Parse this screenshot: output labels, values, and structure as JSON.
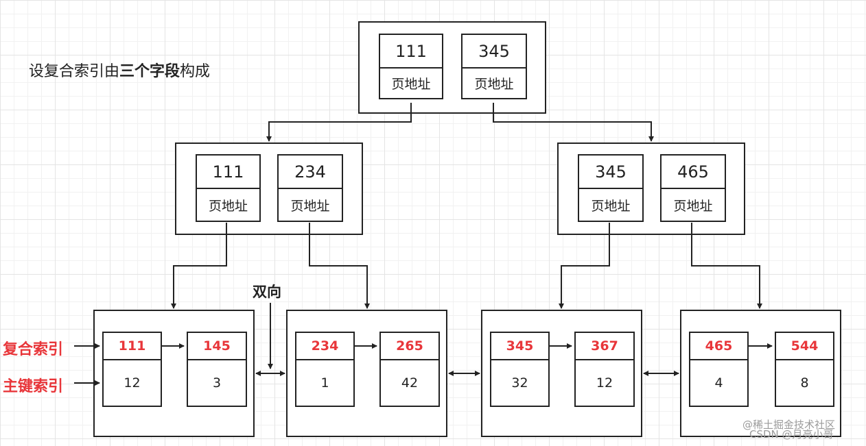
{
  "title": {
    "prefix": "设复合索引由",
    "bold": "三个字段",
    "suffix": "构成"
  },
  "labels": {
    "composite_index": "复合索引",
    "primary_index": "主键索引",
    "bidirectional": "双向"
  },
  "root": {
    "keys": [
      "111",
      "345"
    ],
    "page_label": "页地址"
  },
  "level2": [
    {
      "keys": [
        "111",
        "234"
      ],
      "page_label": "页地址"
    },
    {
      "keys": [
        "345",
        "465"
      ],
      "page_label": "页地址"
    }
  ],
  "leaves": [
    {
      "entries": [
        {
          "key": "111",
          "pk": "12"
        },
        {
          "key": "145",
          "pk": "3"
        }
      ]
    },
    {
      "entries": [
        {
          "key": "234",
          "pk": "1"
        },
        {
          "key": "265",
          "pk": "42"
        }
      ]
    },
    {
      "entries": [
        {
          "key": "345",
          "pk": "32"
        },
        {
          "key": "367",
          "pk": "12"
        }
      ]
    },
    {
      "entries": [
        {
          "key": "465",
          "pk": "4"
        },
        {
          "key": "544",
          "pk": "8"
        }
      ]
    }
  ],
  "watermark": {
    "line1": "@稀土掘金技术社区",
    "line2": "CSDN @月亮小哥"
  },
  "colors": {
    "highlight": "#e8363a",
    "stroke": "#222222"
  }
}
